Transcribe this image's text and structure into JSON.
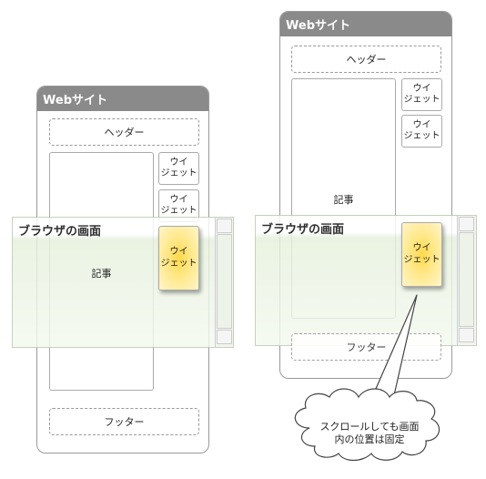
{
  "left": {
    "site_title": "Webサイト",
    "header": "ヘッダー",
    "widget1": "ウイ\nジェット",
    "widget2": "ウイ\nジェット",
    "browser_label": "ブラウザの画面",
    "article": "記事",
    "fixed_widget": "ウイ\nジェット",
    "footer": "フッター"
  },
  "right": {
    "site_title": "Webサイト",
    "header": "ヘッダー",
    "widget1": "ウイ\nジェット",
    "widget2": "ウイ\nジェット",
    "article": "記事",
    "browser_label": "ブラウザの画面",
    "fixed_widget": "ウイ\nジェット",
    "footer": "フッター"
  },
  "callout": {
    "text": "スクロールしても画面\n内の位置は固定"
  }
}
